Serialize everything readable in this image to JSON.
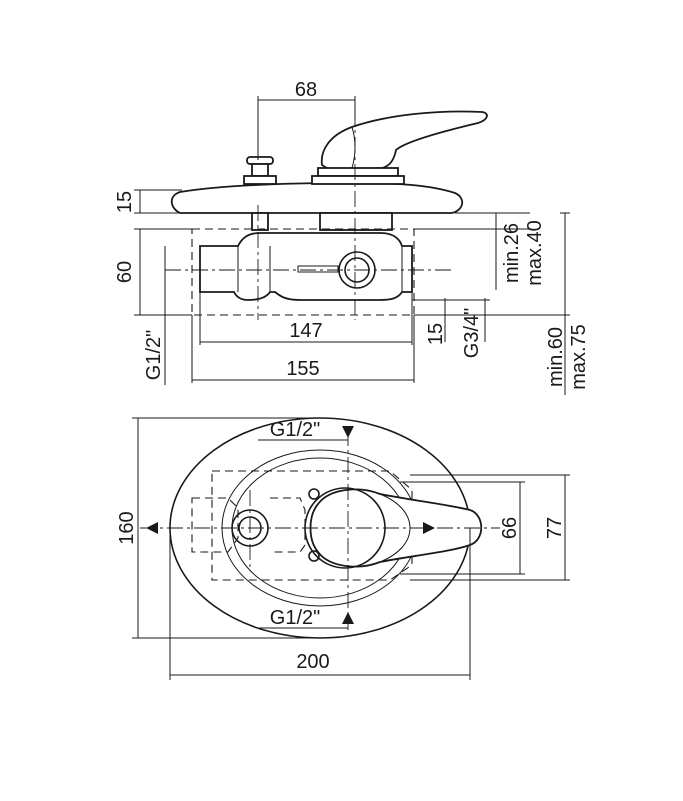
{
  "dimensions": {
    "d68": "68",
    "d15_top": "15",
    "d60": "60",
    "d_min26": "min.26",
    "d_max40": "max.40",
    "d147": "147",
    "d155": "155",
    "d15_side": "15",
    "d_g34": "G3/4\"",
    "d_g12_left": "G1/2\"",
    "d_min60": "min.60",
    "d_max75": "max.75",
    "d_g12_top": "G1/2\"",
    "d_g12_bottom": "G1/2\"",
    "d160": "160",
    "d66": "66",
    "d77": "77",
    "d200": "200"
  }
}
